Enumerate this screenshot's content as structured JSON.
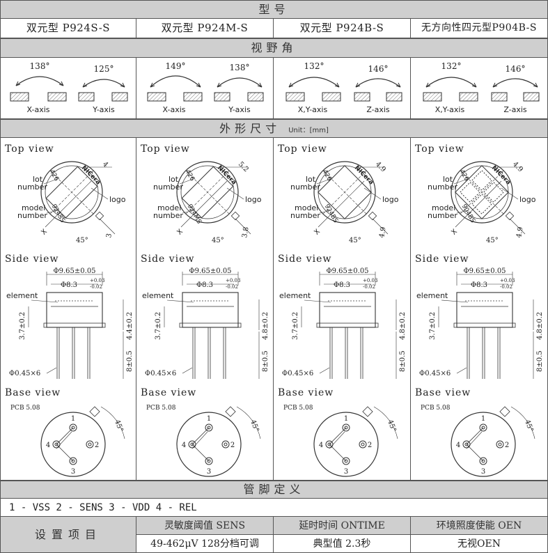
{
  "header": {
    "model_title": "型号"
  },
  "models": [
    {
      "name": "双元型 P924S-S"
    },
    {
      "name": "双元型 P924M-S"
    },
    {
      "name": "双元型 P924B-S"
    },
    {
      "name": "无方向性四元型P904B-S"
    }
  ],
  "fov": {
    "title": "视野角",
    "cells": [
      {
        "a1": "138°",
        "l1": "X-axis",
        "a2": "125°",
        "l2": "Y-axis"
      },
      {
        "a1": "149°",
        "l1": "X-axis",
        "a2": "138°",
        "l2": "Y-axis"
      },
      {
        "a1": "132°",
        "l1": "X,Y-axis",
        "a2": "146°",
        "l2": "Z-axis"
      },
      {
        "a1": "132°",
        "l1": "X,Y-axis",
        "a2": "146°",
        "l2": "Z-axis"
      }
    ]
  },
  "dims": {
    "title": "外形尺寸",
    "unit": "Unit：[mm]",
    "top_view": "Top view",
    "side_view": "Side view",
    "base_view": "Base view",
    "labels": {
      "lot": "lot",
      "number": "number",
      "model": "model",
      "logo": "logo",
      "x": "X",
      "angle45": "45°",
      "element": "element",
      "dia_outer": "Φ9.65±0.05",
      "dia_inner": "Φ8.3",
      "tol_plus": "+0.03",
      "tol_minus": "-0.02",
      "h37": "3.7±0.2",
      "lead": "8±0.5",
      "pin_dia": "Φ0.45×6",
      "pcb": "PCB 5.08",
      "pin1": "1",
      "pin2": "2",
      "pin3": "3",
      "pin4": "4",
      "lot_code": "426",
      "brand": "NICera"
    },
    "cells": [
      {
        "window": "4",
        "lead_off": "3",
        "model_code": "924SS",
        "height": "4.4±0.2"
      },
      {
        "window": "5.2",
        "lead_off": "3.8",
        "model_code": "924MS",
        "height": "4.8±0.2"
      },
      {
        "window": "4.9",
        "lead_off": "4.9",
        "model_code": "924BS",
        "height": "4.8±0.2"
      },
      {
        "window": "4.9",
        "lead_off": "4.9",
        "model_code": "904BS",
        "height": "4.8±0.2"
      }
    ]
  },
  "pins": {
    "title": "管脚定义",
    "definition": "1 - VSS   2 - SENS 3 - VDD   4 - REL"
  },
  "settings": {
    "title": "设置项目",
    "headers": [
      "灵敏度阈值 SENS",
      "延时时间 ONTIME",
      "环境照度使能 OEN"
    ],
    "values": [
      "49-462μV 128分档可调",
      "典型值 2.3秒",
      "无视OEN"
    ]
  }
}
